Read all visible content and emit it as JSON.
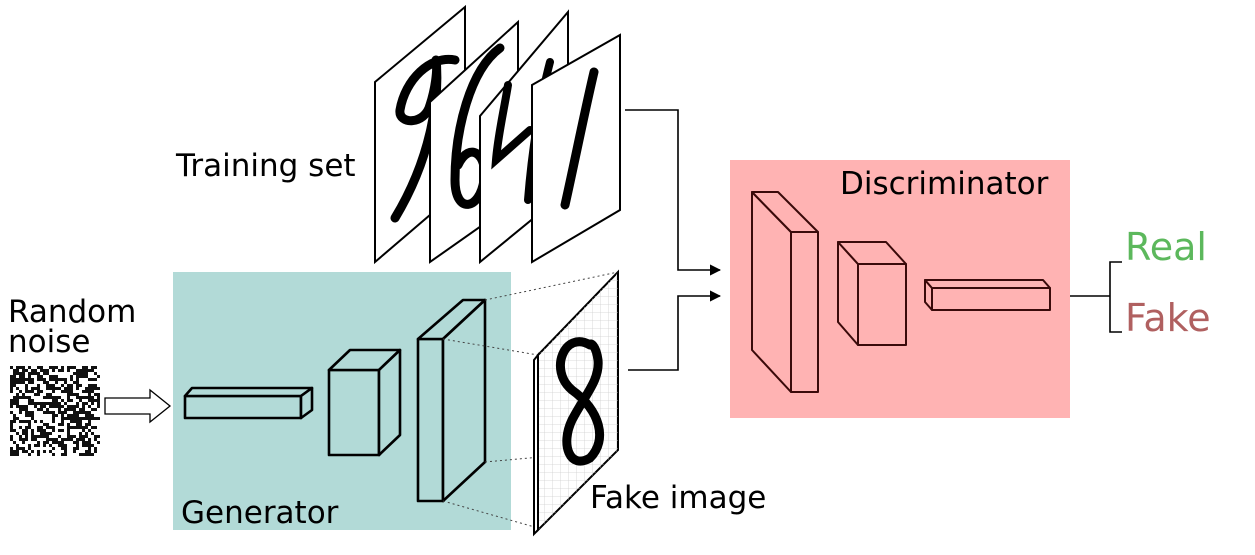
{
  "labels": {
    "training_set": "Training set",
    "random_noise_line1": "Random",
    "random_noise_line2": "noise",
    "generator": "Generator",
    "fake_image": "Fake image",
    "discriminator": "Discriminator",
    "real": "Real",
    "fake": "Fake"
  },
  "colors": {
    "generator_bg": "#b2dad7",
    "discriminator_bg": "#ffb3b3",
    "real_text": "#5cb85c",
    "fake_text": "#b06060",
    "generator_block": "#b2dad7",
    "discriminator_block": "#ffb3b3",
    "line": "#000000",
    "disc_line": "#3a0a0a"
  }
}
